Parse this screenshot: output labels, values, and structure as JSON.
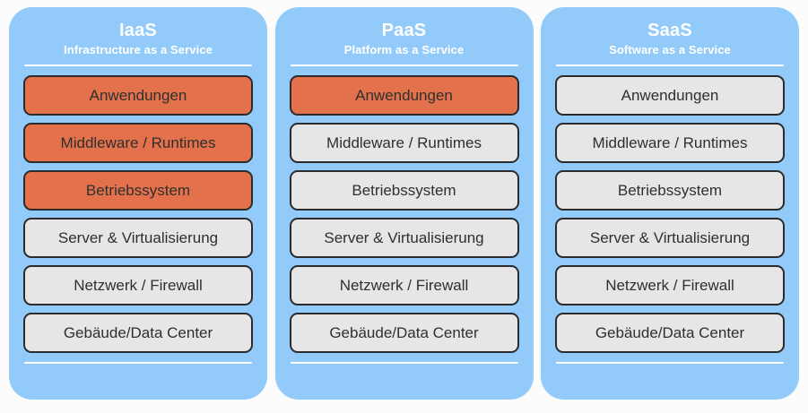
{
  "theme": {
    "page_background": "#fcfcfc",
    "panel_background": "#92caf9",
    "layer_default_background": "#e6e6e6",
    "layer_managed_background": "#e3724c",
    "layer_border": "#2b2b2b",
    "layer_text": "#2f2f2f",
    "header_text": "#ffffff"
  },
  "layer_labels": {
    "applications": "Anwendungen",
    "middleware": "Middleware / Runtimes",
    "os": "Betriebssystem",
    "server": "Server & Virtualisierung",
    "network": "Netzwerk / Firewall",
    "building": "Gebäude/Data Center"
  },
  "panels": [
    {
      "title": "IaaS",
      "subtitle": "Infrastructure as a Service",
      "layers": [
        {
          "label": "Anwendungen",
          "highlighted": true
        },
        {
          "label": "Middleware / Runtimes",
          "highlighted": true
        },
        {
          "label": "Betriebssystem",
          "highlighted": true
        },
        {
          "label": "Server & Virtualisierung",
          "highlighted": false
        },
        {
          "label": "Netzwerk / Firewall",
          "highlighted": false
        },
        {
          "label": "Gebäude/Data Center",
          "highlighted": false
        }
      ]
    },
    {
      "title": "PaaS",
      "subtitle": "Platform as a Service",
      "layers": [
        {
          "label": "Anwendungen",
          "highlighted": true
        },
        {
          "label": "Middleware / Runtimes",
          "highlighted": false
        },
        {
          "label": "Betriebssystem",
          "highlighted": false
        },
        {
          "label": "Server & Virtualisierung",
          "highlighted": false
        },
        {
          "label": "Netzwerk / Firewall",
          "highlighted": false
        },
        {
          "label": "Gebäude/Data Center",
          "highlighted": false
        }
      ]
    },
    {
      "title": "SaaS",
      "subtitle": "Software as a Service",
      "layers": [
        {
          "label": "Anwendungen",
          "highlighted": false
        },
        {
          "label": "Middleware / Runtimes",
          "highlighted": false
        },
        {
          "label": "Betriebssystem",
          "highlighted": false
        },
        {
          "label": "Server & Virtualisierung",
          "highlighted": false
        },
        {
          "label": "Netzwerk / Firewall",
          "highlighted": false
        },
        {
          "label": "Gebäude/Data Center",
          "highlighted": false
        }
      ]
    }
  ]
}
